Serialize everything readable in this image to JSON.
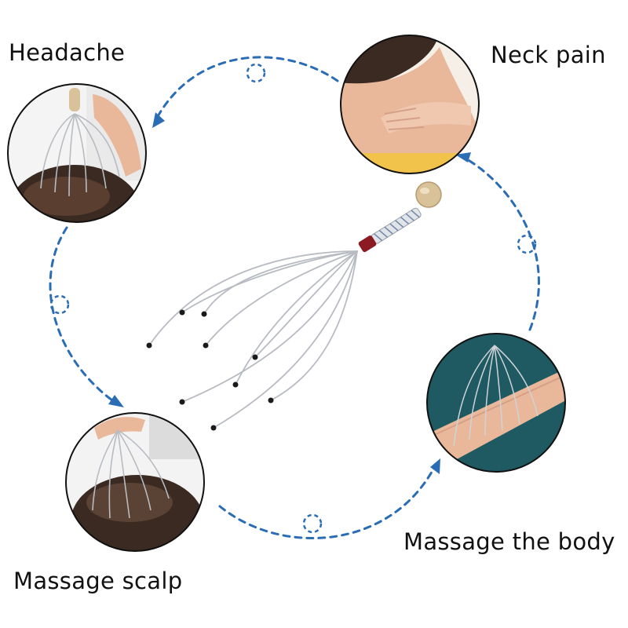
{
  "labels": {
    "headache": "Headache",
    "neck_pain": "Neck pain",
    "massage_body": "Massage the body",
    "massage_scalp": "Massage scalp"
  },
  "colors": {
    "dashed_path": "#2a6db5",
    "circle_border": "#111111",
    "label_text": "#111111",
    "skin": "#e9b89a",
    "hair": "#3a2a22",
    "teal_fabric": "#1f5a63",
    "wire": "#b8bcc2",
    "wood_bead": "#d9c29a",
    "red_band": "#8b1a22"
  },
  "icons": [
    "arrow-down-left-icon",
    "arrow-down-right-icon",
    "arrow-up-right-icon",
    "arrow-up-left-icon",
    "ring-icon"
  ]
}
